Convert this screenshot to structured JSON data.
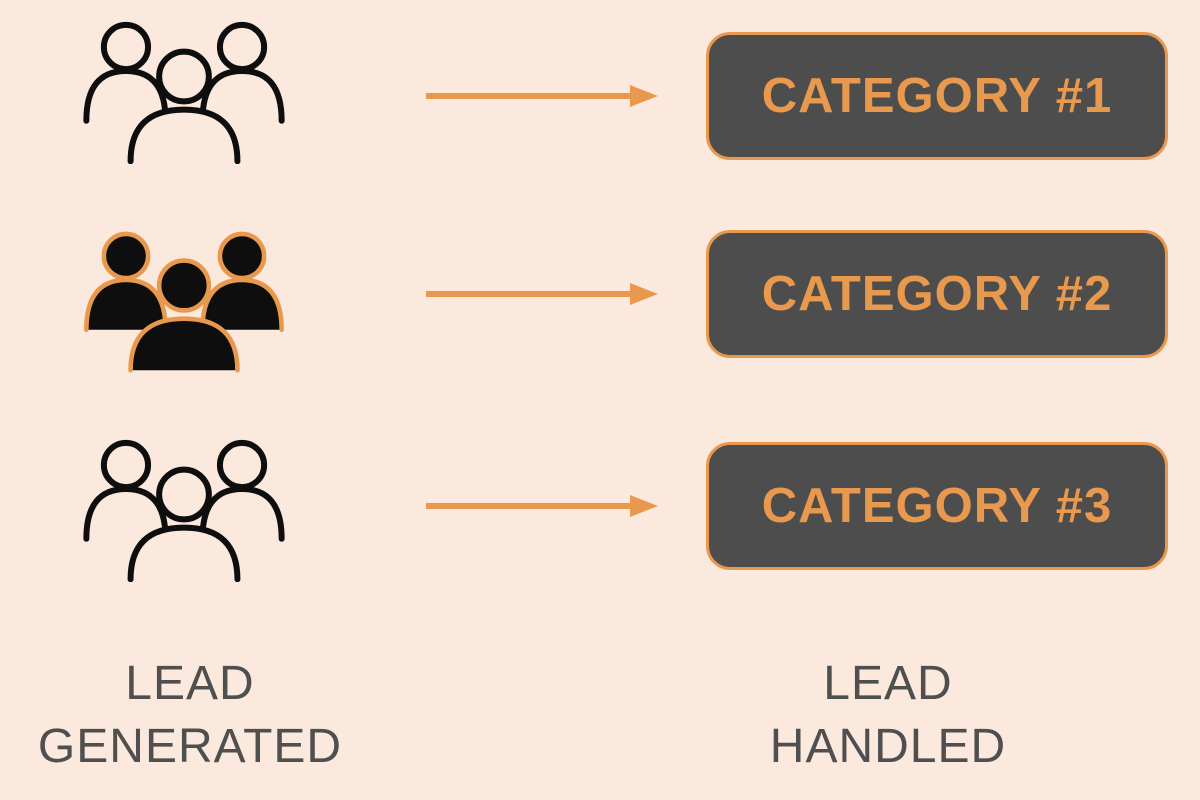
{
  "colors": {
    "background": "#fce9dd",
    "accent": "#e8994d",
    "box_bg": "#4d4d4d",
    "icon_black": "#0e0e0e",
    "label_text": "#4f4f4f"
  },
  "rows": [
    {
      "icon": "users-group-outline-icon",
      "label": "CATEGORY #1"
    },
    {
      "icon": "users-group-filled-icon",
      "label": "CATEGORY #2"
    },
    {
      "icon": "users-group-outline-icon",
      "label": "CATEGORY #3"
    }
  ],
  "footer": {
    "left": {
      "line1": "LEAD",
      "line2": "GENERATED"
    },
    "right": {
      "line1": "LEAD",
      "line2": "HANDLED"
    }
  }
}
